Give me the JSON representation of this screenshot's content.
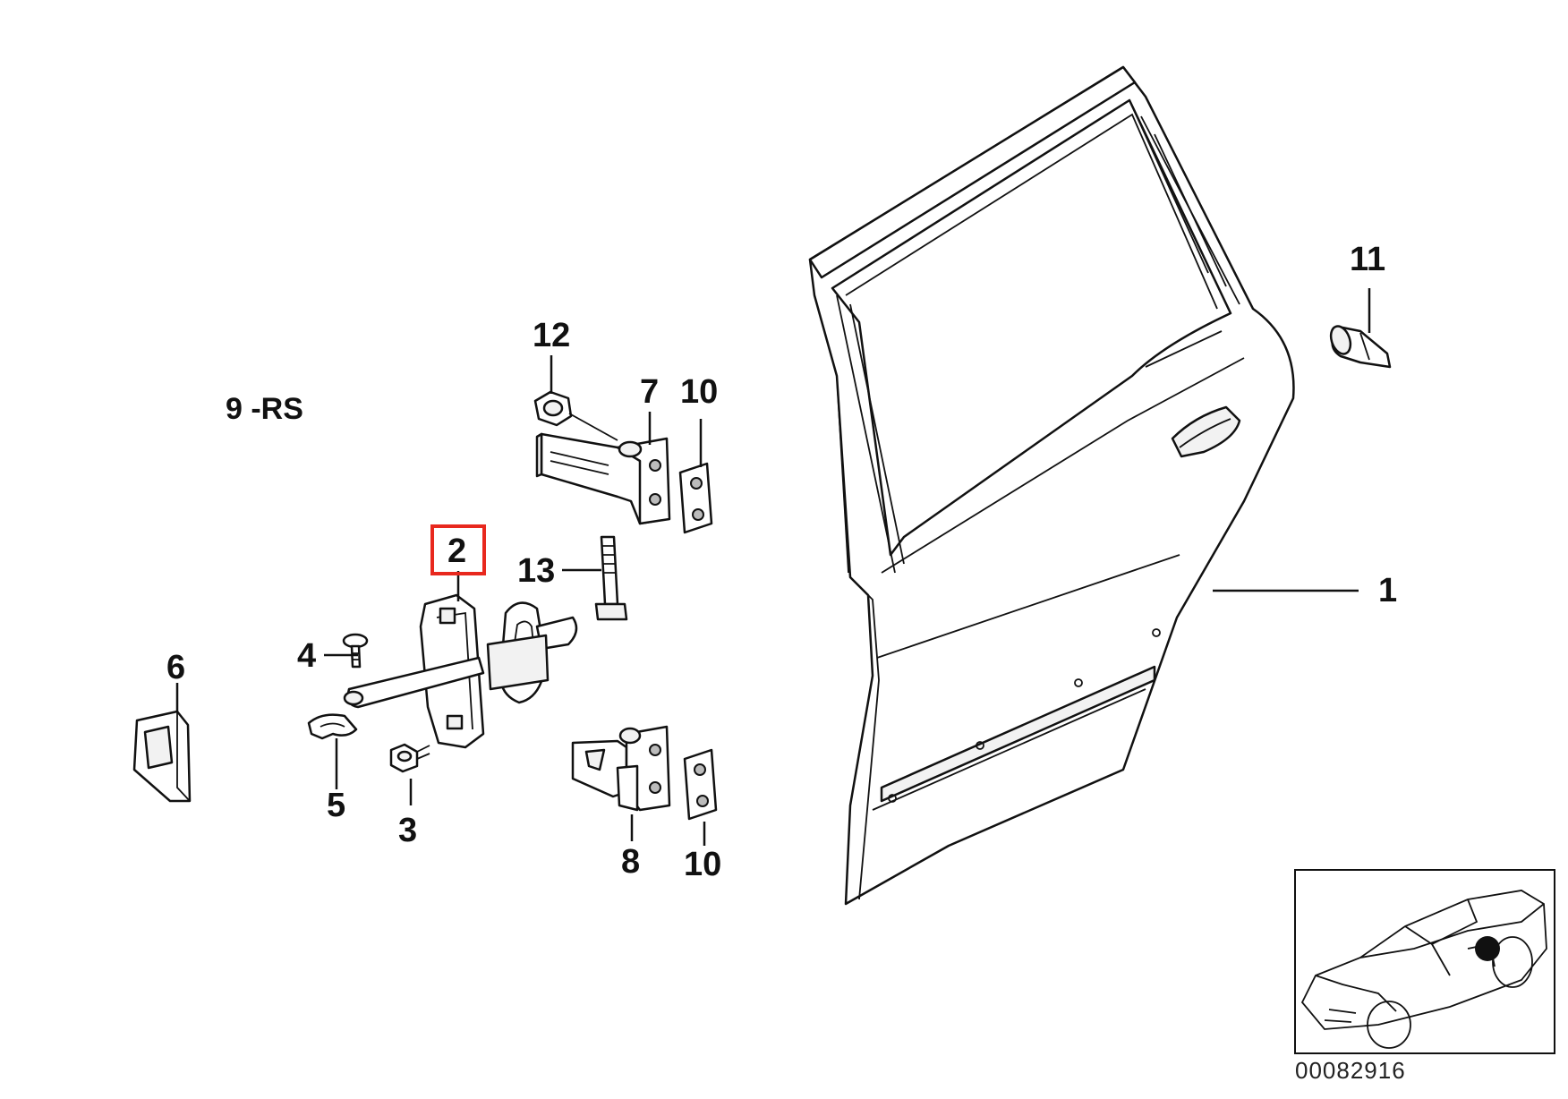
{
  "variant_label": "9 -RS",
  "drawing_number": "00082916",
  "highlight_color": "#e8281e",
  "highlighted_callout": "2",
  "callouts": {
    "c1": "1",
    "c2": "2",
    "c3": "3",
    "c4": "4",
    "c5": "5",
    "c6": "6",
    "c7": "7",
    "c8": "8",
    "c10a": "10",
    "c10b": "10",
    "c11": "11",
    "c12": "12",
    "c13": "13"
  },
  "icons": {
    "door": "rear-door-shell",
    "check": "door-check-strap",
    "hinge_upper": "upper-door-hinge",
    "hinge_lower": "lower-door-hinge",
    "shim": "hinge-shim-plate",
    "bolt": "hex-bolt",
    "bumper": "rubber-buffer",
    "nut": "flange-nut",
    "cap": "cover-cap",
    "clip": "retaining-clip",
    "locator": "vehicle-location-thumbnail"
  }
}
